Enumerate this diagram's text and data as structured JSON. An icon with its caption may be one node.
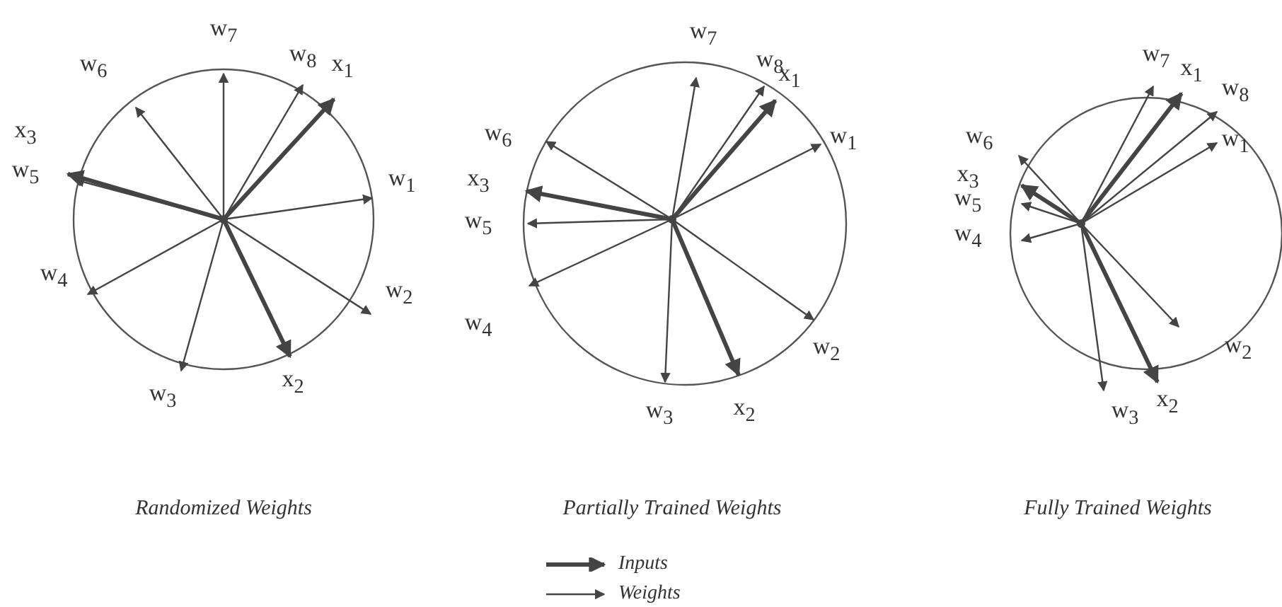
{
  "diagram": {
    "labels": [
      "w$_{7}$",
      "w$_{6}$",
      "w$_{8}$",
      "x$_{1}$",
      "x$_{3}$",
      "w$_{5}$",
      "w$_{1}$",
      "w$_{4}$",
      "w$_{2}$",
      "w$_{3}$",
      "x$_{2}$",
      "Randomized Weights",
      "w$_{7}$",
      "w$_{8}$",
      "x$_{1}$",
      "w$_{6}$",
      "w$_{1}$",
      "x$_{3}$",
      "w$_{5}$",
      "w$_{4}$",
      "w$_{2}$",
      "w$_{3}$",
      "x$_{2}$",
      "Partially Trained Weights",
      "w$_{7}$",
      "x$_{1}$",
      "w$_{8}$",
      "w$_{6}$",
      "w$_{1}$",
      "x$_{3}$",
      "w$_{5}$",
      "w$_{4}$",
      "w$_{2}$",
      "w$_{3}$",
      "x$_{2}$",
      "Fully Trained Weights"
    ],
    "legend": [
      {
        "text": "Inputs"
      },
      {
        "text": "Weights"
      }
    ]
  }
}
